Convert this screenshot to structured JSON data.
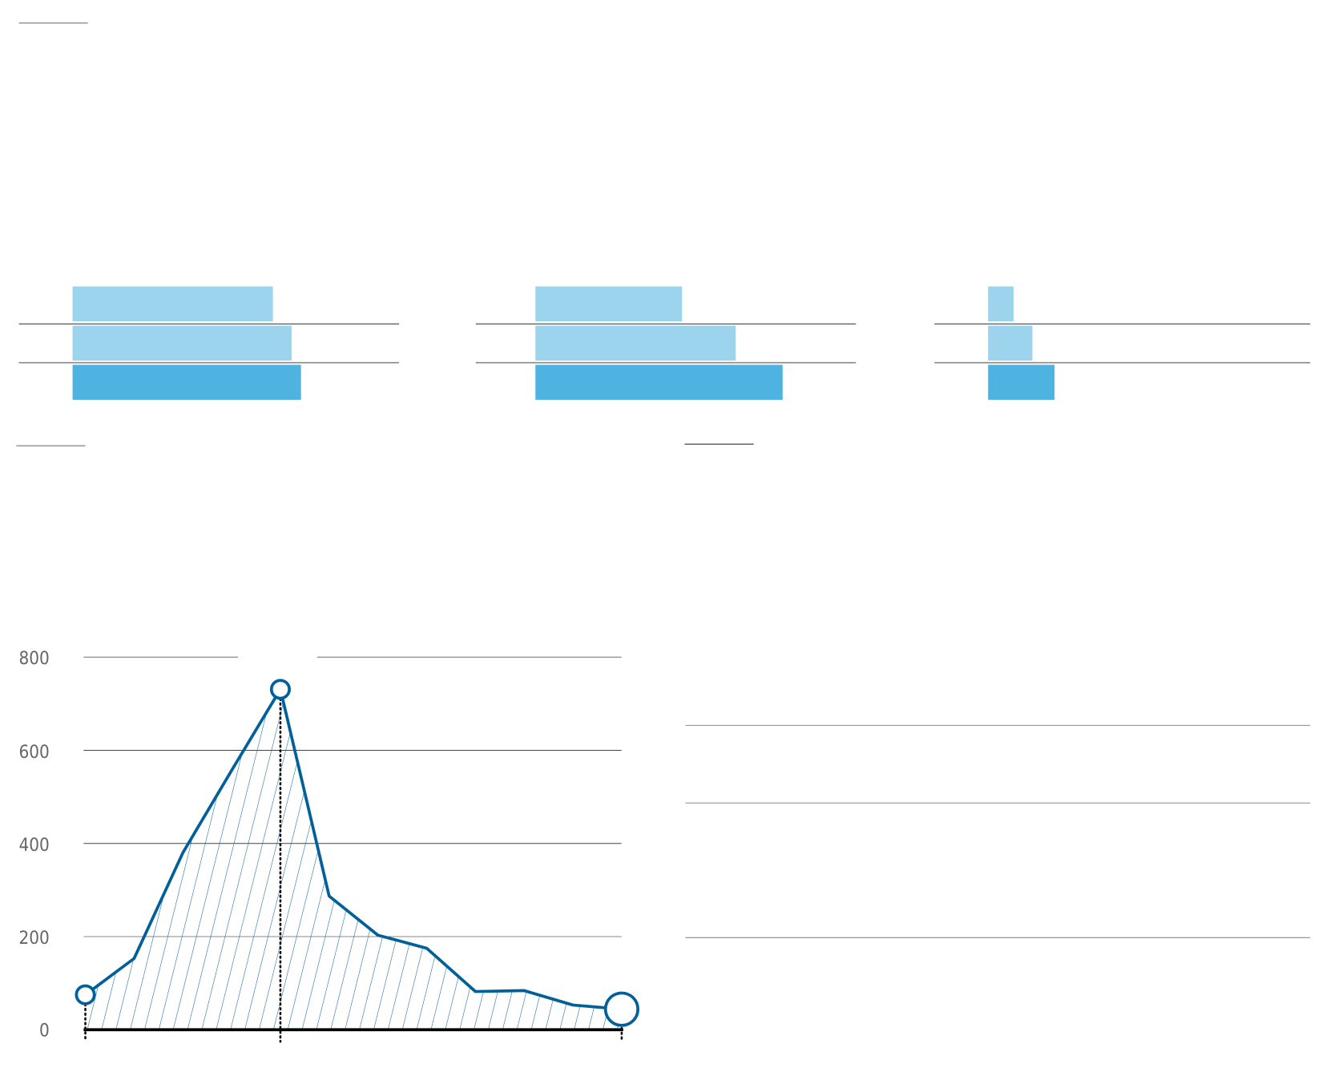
{
  "chart_data": [
    {
      "type": "bar",
      "orientation": "horizontal",
      "groups": [
        {
          "values": [
            235,
            257,
            268
          ]
        },
        {
          "values": [
            172,
            235,
            290
          ]
        },
        {
          "values": [
            30,
            52,
            78
          ]
        }
      ],
      "colors": [
        "#9cd4ee",
        "#9cd4ee",
        "#4fb3e2"
      ]
    },
    {
      "type": "area",
      "x": [
        0,
        1,
        2,
        3,
        4,
        5,
        6,
        7,
        8,
        9,
        10,
        11
      ],
      "values": [
        75,
        153,
        380,
        557,
        731,
        287,
        203,
        175,
        82,
        84,
        53,
        44
      ],
      "ylim": [
        0,
        800
      ],
      "yticks": [
        "0",
        "200",
        "400",
        "600",
        "800"
      ],
      "highlighted_indices": [
        0,
        4,
        11
      ],
      "grid": true,
      "line_color": "#00609a"
    }
  ]
}
